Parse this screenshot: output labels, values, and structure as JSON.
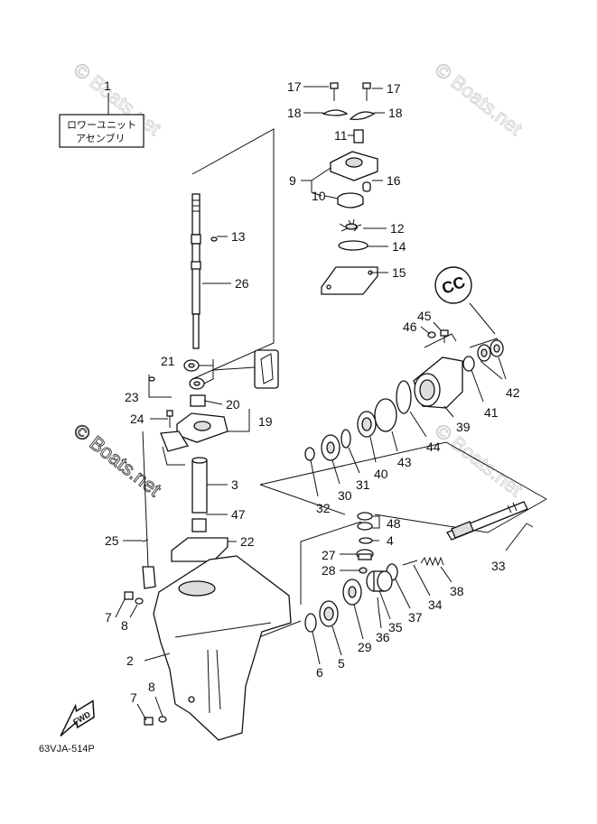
{
  "watermarks": [
    "© Boats.net",
    "© Boats.net",
    "© Boats.net",
    "© Boats.net"
  ],
  "assembly_box": {
    "number": "1",
    "line1": "ロワーユニット",
    "line2": "アセンブリ"
  },
  "cc_badge": "CC",
  "fwd_label": "FWD",
  "diagram_code": "63VJA-514P",
  "callouts": {
    "c17a": "17",
    "c17b": "17",
    "c18a": "18",
    "c18b": "18",
    "c11": "11",
    "c9": "9",
    "c16": "16",
    "c10": "10",
    "c12": "12",
    "c13": "13",
    "c14": "14",
    "c15": "15",
    "c26": "26",
    "c45": "45",
    "c46": "46",
    "c21": "21",
    "c23": "23",
    "c20": "20",
    "c19": "19",
    "c24": "24",
    "c42": "42",
    "c41": "41",
    "c39": "39",
    "c44": "44",
    "c43": "43",
    "c40": "40",
    "c31": "31",
    "c30": "30",
    "c32": "32",
    "c3": "3",
    "c47": "47",
    "c48": "48",
    "c25": "25",
    "c22": "22",
    "c4": "4",
    "c27": "27",
    "c33": "33",
    "c28": "28",
    "c38": "38",
    "c34": "34",
    "c37": "37",
    "c7a": "7",
    "c8a": "8",
    "c35": "35",
    "c36": "36",
    "c29": "29",
    "c2": "2",
    "c5": "5",
    "c6": "6",
    "c8b": "8",
    "c7b": "7"
  }
}
